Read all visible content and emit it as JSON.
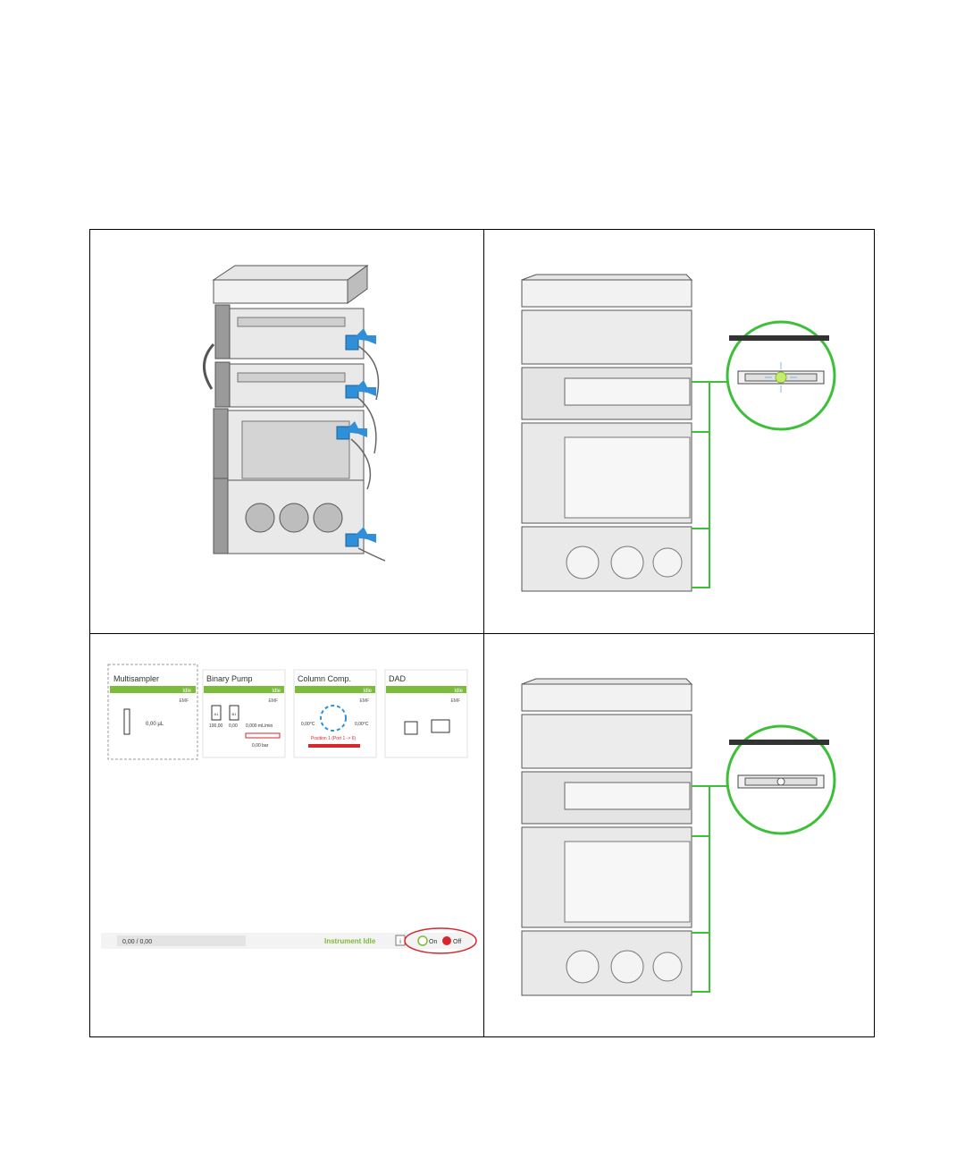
{
  "software": {
    "modules": [
      {
        "title": "Multisampler",
        "status": "Idle",
        "emf": "EMF",
        "values": [
          "0,00 µL"
        ]
      },
      {
        "title": "Binary Pump",
        "status": "Idle",
        "emf": "EMF",
        "values": [
          "A1",
          "B1",
          "100,00",
          "0,00",
          "0,000 mL/min",
          "0,00 bar"
        ]
      },
      {
        "title": "Column Comp.",
        "status": "Idle",
        "emf": "EMF",
        "values": [
          "0,00°C",
          "0,00°C",
          "Position 1 (Port 1 -> 6)"
        ]
      },
      {
        "title": "DAD",
        "status": "Idle",
        "emf": "EMF",
        "values": []
      }
    ],
    "footer": {
      "progress": "0,00 / 0,00",
      "state": "Instrument Idle",
      "info": "i",
      "on_label": "On",
      "off_label": "Off"
    }
  },
  "colors": {
    "accent_green": "#7dbb3c",
    "highlight_green": "#3dbf3a",
    "arrow_blue": "#2f8fd8",
    "alert_red": "#d9262c"
  }
}
